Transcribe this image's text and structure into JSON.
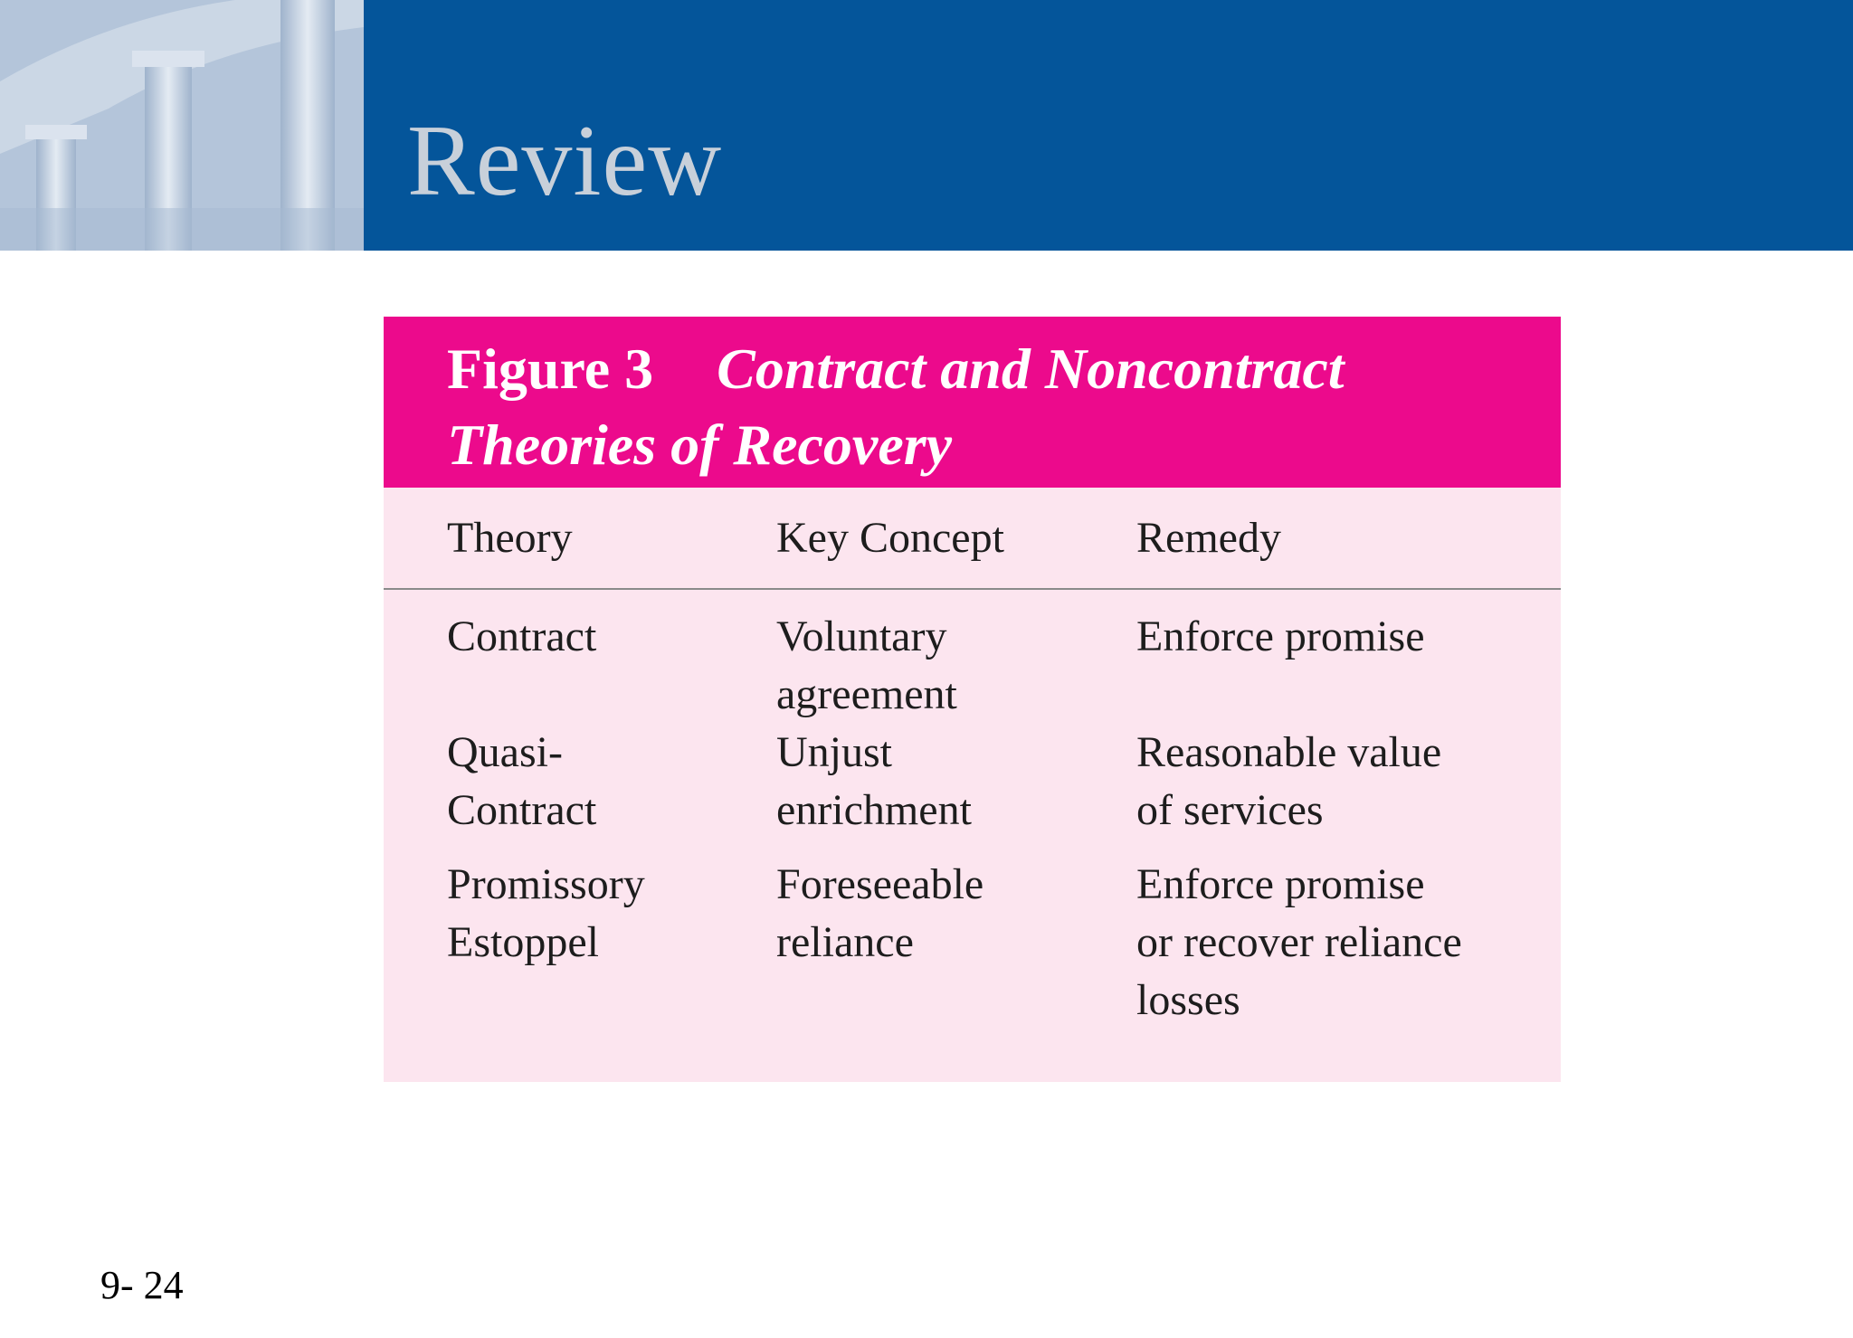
{
  "slide": {
    "title": "Review",
    "number": "9- 24"
  },
  "figure": {
    "label": "Figure 3",
    "title_line1": "Contract and Noncontract",
    "title_line2": "Theories of Recovery",
    "columns": [
      "Theory",
      "Key Concept",
      "Remedy"
    ],
    "rows": [
      {
        "theory": [
          "Contract"
        ],
        "key_concept": [
          "Voluntary",
          "agreement"
        ],
        "remedy": [
          "Enforce promise"
        ]
      },
      {
        "theory": [
          "Quasi-",
          "Contract"
        ],
        "key_concept": [
          "Unjust",
          "enrichment"
        ],
        "remedy": [
          "Reasonable value",
          "of services"
        ]
      },
      {
        "theory": [
          "Promissory",
          "Estoppel"
        ],
        "key_concept": [
          "Foreseeable",
          "reliance"
        ],
        "remedy": [
          "Enforce promise",
          "or recover reliance",
          "losses"
        ]
      }
    ]
  },
  "colors": {
    "header_band": "#04559a",
    "caption_band": "#ec0a8c",
    "table_background": "#fce5ef",
    "title_text": "#c8d0da"
  },
  "icons": {
    "header_image": "classical-columns-photo"
  }
}
